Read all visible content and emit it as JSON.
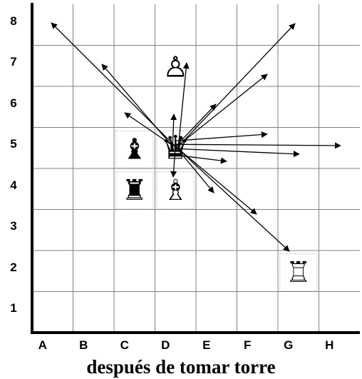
{
  "board": {
    "ranks": [
      "8",
      "7",
      "6",
      "5",
      "4",
      "3",
      "2",
      "1"
    ],
    "files": [
      "A",
      "B",
      "C",
      "D",
      "E",
      "F",
      "G",
      "H"
    ]
  },
  "pieces": [
    {
      "square": "D7",
      "color": "white",
      "type": "pawn",
      "glyph": "♙",
      "highlighted": false
    },
    {
      "square": "C5",
      "color": "black",
      "type": "bishop",
      "glyph": "♝",
      "highlighted": true
    },
    {
      "square": "D5",
      "color": "black",
      "type": "queen",
      "glyph": "♛",
      "highlighted": true
    },
    {
      "square": "C4",
      "color": "black",
      "type": "rook",
      "glyph": "♜",
      "highlighted": true
    },
    {
      "square": "D4",
      "color": "white",
      "type": "bishop",
      "glyph": "♗",
      "highlighted": true
    },
    {
      "square": "G2",
      "color": "white",
      "type": "rook",
      "glyph": "♖",
      "highlighted": true
    }
  ],
  "arrows": [
    {
      "from": "D5",
      "to": "A8"
    },
    {
      "from": "D5",
      "to": "B7"
    },
    {
      "from": "D5",
      "to": "C6"
    },
    {
      "from": "D5",
      "to": "D7"
    },
    {
      "from": "D5",
      "to": "D6"
    },
    {
      "from": "D5",
      "to": "G8"
    },
    {
      "from": "D5",
      "to": "F7"
    },
    {
      "from": "D5",
      "to": "E6"
    },
    {
      "from": "D5",
      "to": "F5"
    },
    {
      "from": "D5",
      "to": "G5"
    },
    {
      "from": "D5",
      "to": "H5"
    },
    {
      "from": "D5",
      "to": "E4"
    },
    {
      "from": "D5",
      "to": "D4"
    },
    {
      "from": "D5",
      "to": "E4d"
    },
    {
      "from": "D5",
      "to": "F3"
    },
    {
      "from": "D5",
      "to": "G2"
    }
  ],
  "caption": "después de tomar torre",
  "colors": {
    "line": "#000000",
    "grid": "#808080",
    "highlight_border": "#999999"
  }
}
